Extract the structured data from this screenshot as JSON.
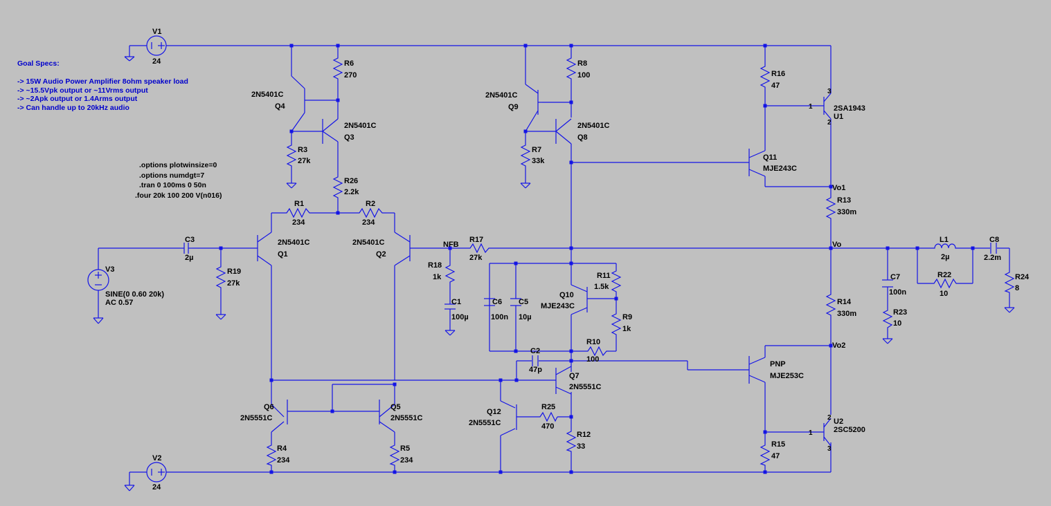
{
  "notes": [
    "Goal Specs:",
    "->   15W Audio Power Amplifier 8ohm speaker load",
    "->   ~15.5Vpk output or ~11Vrms output",
    "->   ~2Apk output or 1.4Arms output",
    "->   Can handle up to 20kHz audio"
  ],
  "directives": [
    ".options plotwinsize=0",
    ".options numdgt=7",
    ".tran 0 100ms 0 50n",
    ".four 20k 100 200 V(n016)"
  ],
  "sources": {
    "V1": {
      "name": "V1",
      "value": "24"
    },
    "V2": {
      "name": "V2",
      "value": "24"
    },
    "V3": {
      "name": "V3",
      "value": "SINE(0 0.60 20k)",
      "ac": "AC 0.57"
    }
  },
  "transistors": {
    "Q1": {
      "name": "Q1",
      "model": "2N5401C"
    },
    "Q2": {
      "name": "Q2",
      "model": "2N5401C"
    },
    "Q3": {
      "name": "Q3",
      "model": "2N5401C"
    },
    "Q4": {
      "name": "Q4",
      "model": "2N5401C"
    },
    "Q5": {
      "name": "Q5",
      "model": "2N5551C"
    },
    "Q6": {
      "name": "Q6",
      "model": "2N5551C"
    },
    "Q7": {
      "name": "Q7",
      "model": "2N5551C"
    },
    "Q8": {
      "name": "Q8",
      "model": "2N5401C"
    },
    "Q9": {
      "name": "Q9",
      "model": "2N5401C"
    },
    "Q10": {
      "name": "Q10",
      "model": "MJE243C"
    },
    "Q11": {
      "name": "Q11",
      "model": "MJE243C"
    },
    "Q12": {
      "name": "Q12",
      "model": "2N5551C"
    },
    "PNP": {
      "name": "PNP",
      "model": "MJE253C"
    },
    "U1": {
      "name": "U1",
      "model": "2SA1943"
    },
    "U2": {
      "name": "U2",
      "model": "2SC5200"
    }
  },
  "pins": {
    "one": "1",
    "two": "2",
    "three": "3"
  },
  "resistors": {
    "R1": {
      "name": "R1",
      "value": "234"
    },
    "R2": {
      "name": "R2",
      "value": "234"
    },
    "R3": {
      "name": "R3",
      "value": "27k"
    },
    "R4": {
      "name": "R4",
      "value": "234"
    },
    "R5": {
      "name": "R5",
      "value": "234"
    },
    "R6": {
      "name": "R6",
      "value": "270"
    },
    "R7": {
      "name": "R7",
      "value": "33k"
    },
    "R8": {
      "name": "R8",
      "value": "100"
    },
    "R9": {
      "name": "R9",
      "value": "1k"
    },
    "R10": {
      "name": "R10",
      "value": "100"
    },
    "R11": {
      "name": "R11",
      "value": "1.5k"
    },
    "R12": {
      "name": "R12",
      "value": "33"
    },
    "R13": {
      "name": "R13",
      "value": "330m"
    },
    "R14": {
      "name": "R14",
      "value": "330m"
    },
    "R15": {
      "name": "R15",
      "value": "47"
    },
    "R16": {
      "name": "R16",
      "value": "47"
    },
    "R17": {
      "name": "R17",
      "value": "27k"
    },
    "R18": {
      "name": "R18",
      "value": "1k"
    },
    "R19": {
      "name": "R19",
      "value": "27k"
    },
    "R22": {
      "name": "R22",
      "value": "10"
    },
    "R23": {
      "name": "R23",
      "value": "10"
    },
    "R24": {
      "name": "R24",
      "value": "8"
    },
    "R25": {
      "name": "R25",
      "value": "470"
    },
    "R26": {
      "name": "R26",
      "value": "2.2k"
    }
  },
  "capacitors": {
    "C1": {
      "name": "C1",
      "value": "100µ"
    },
    "C2": {
      "name": "C2",
      "value": "47p"
    },
    "C3": {
      "name": "C3",
      "value": "2µ"
    },
    "C5": {
      "name": "C5",
      "value": "10µ"
    },
    "C6": {
      "name": "C6",
      "value": "100n"
    },
    "C7": {
      "name": "C7",
      "value": "100n"
    },
    "C8": {
      "name": "C8",
      "value": "2.2m"
    }
  },
  "inductors": {
    "L1": {
      "name": "L1",
      "value": "2µ"
    }
  },
  "net_labels": {
    "nfb": "NFB",
    "vo": "Vo",
    "vo1": "Vo1",
    "vo2": "Vo2"
  },
  "colors": {
    "background": "#c0c0c0",
    "wire": "#1414e6",
    "notes": "#0000cc"
  }
}
